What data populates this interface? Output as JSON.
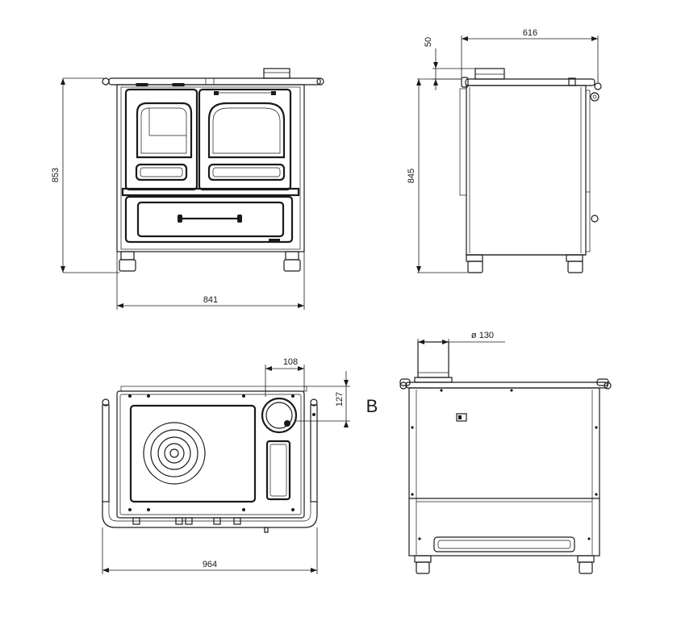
{
  "dimensions": {
    "front_height": "853",
    "front_width": "841",
    "side_depth": "616",
    "side_flue_offset": "50",
    "side_height": "845",
    "top_flue_x": "108",
    "top_flue_y": "127",
    "top_width": "964",
    "rear_flue_diameter": "ø 130"
  },
  "labels": {
    "view_b": "B"
  }
}
